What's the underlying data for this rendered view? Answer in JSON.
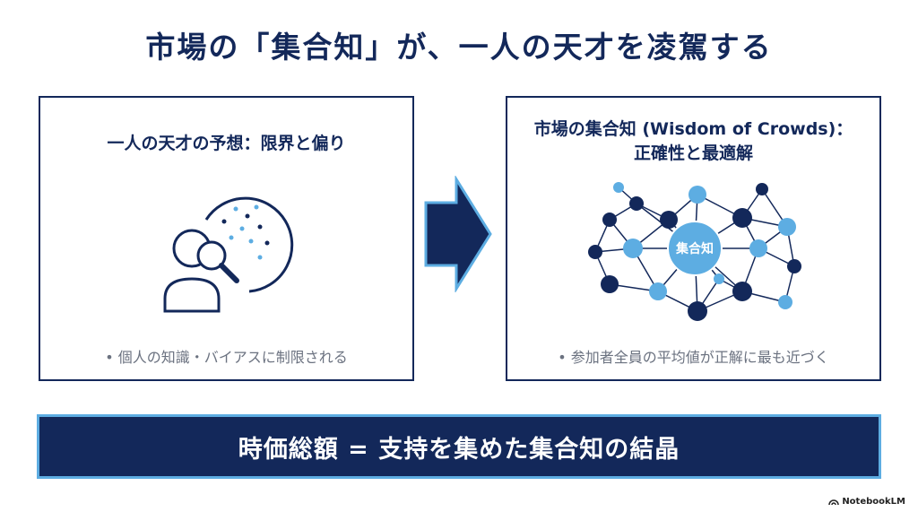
{
  "title": "市場の「集合知」が、一人の天才を凌駕する",
  "left_panel": {
    "heading": "一人の天才の予想：限界と偏り",
    "bullet": "• 個人の知識・バイアスに制限される",
    "icon": "person-magnifier-icon"
  },
  "right_panel": {
    "heading_line1": "市場の集合知 (Wisdom of Crowds)：",
    "heading_line2": "正確性と最適解",
    "center_label": "集合知",
    "bullet": "• 参加者全員の平均値が正解に最も近づく",
    "icon": "network-icon"
  },
  "banner": {
    "text": "時価総額 = 支持を集めた集合知の結晶"
  },
  "brand": {
    "name": "NotebookLM"
  },
  "colors": {
    "navy": "#13285a",
    "light_blue": "#5dade2",
    "gray_text": "#6b7280"
  }
}
